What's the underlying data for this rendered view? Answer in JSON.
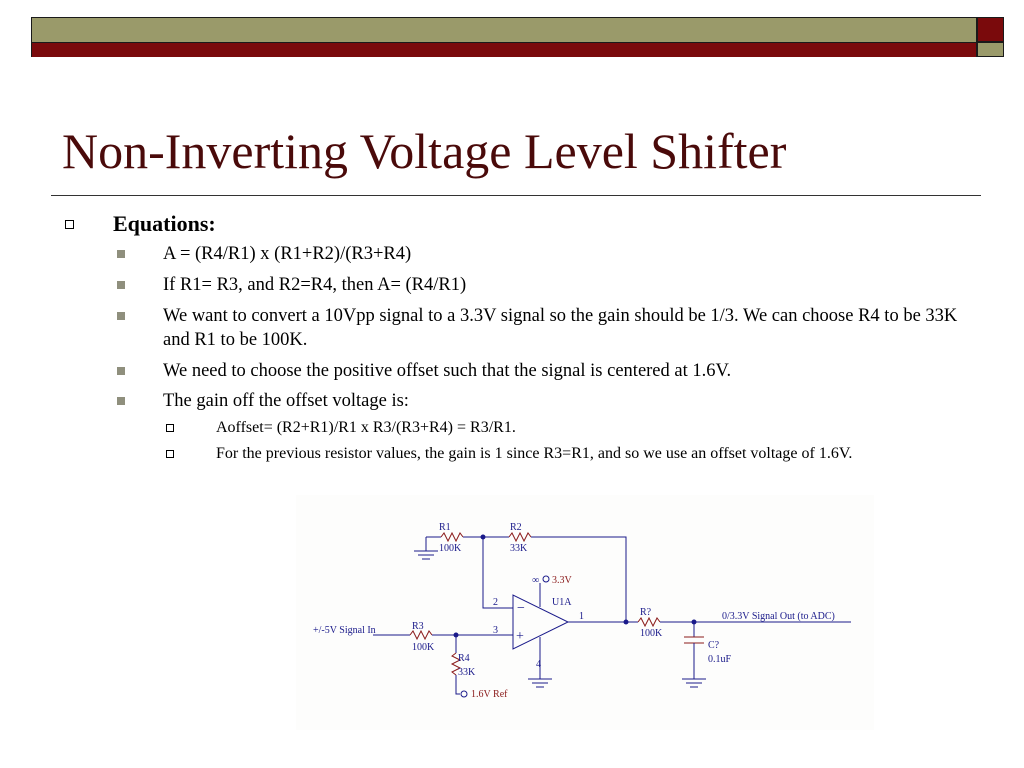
{
  "slide": {
    "title": "Non-Inverting Voltage Level Shifter",
    "heading": "Equations:",
    "bullets": [
      "A = (R4/R1) x (R1+R2)/(R3+R4)",
      "If R1= R3, and R2=R4, then  A= (R4/R1)",
      "We want to convert a 10Vpp signal to a 3.3V signal so the gain should be 1/3.  We can choose R4 to be 33K and R1 to be 100K.",
      "We need to choose the positive offset such that the signal is centered at 1.6V.",
      "The gain off the offset voltage is:"
    ],
    "sub_bullets": [
      "Aoffset= (R2+R1)/R1 x R3/(R3+R4) = R3/R1.",
      "For the previous resistor values, the gain is 1 since R3=R1, and so we use an offset voltage of 1.6V."
    ]
  },
  "schematic": {
    "r1_name": "R1",
    "r1_value": "100K",
    "r2_name": "R2",
    "r2_value": "33K",
    "r3_name": "R3",
    "r3_value": "100K",
    "r4_name": "R4",
    "r4_value": "33K",
    "rout_name": "R?",
    "rout_value": "100K",
    "cap_name": "C?",
    "cap_value": "0.1uF",
    "opamp_name": "U1A",
    "supply": "3.3V",
    "supply_symbol": "∞",
    "pin_inv": "2",
    "pin_noninv": "3",
    "pin_out": "1",
    "pin_gnd": "4",
    "minus": "−",
    "plus": "+",
    "input_label": "+/-5V Signal In",
    "output_label": "0/3.3V Signal Out (to ADC)",
    "ref_label": "1.6V Ref"
  },
  "colors": {
    "title": "#4a0a0a",
    "band_olive": "#9a9a6a",
    "band_maroon": "#7a0a0c",
    "wire": "#1a1a8a",
    "component": "#8a1a1a"
  }
}
